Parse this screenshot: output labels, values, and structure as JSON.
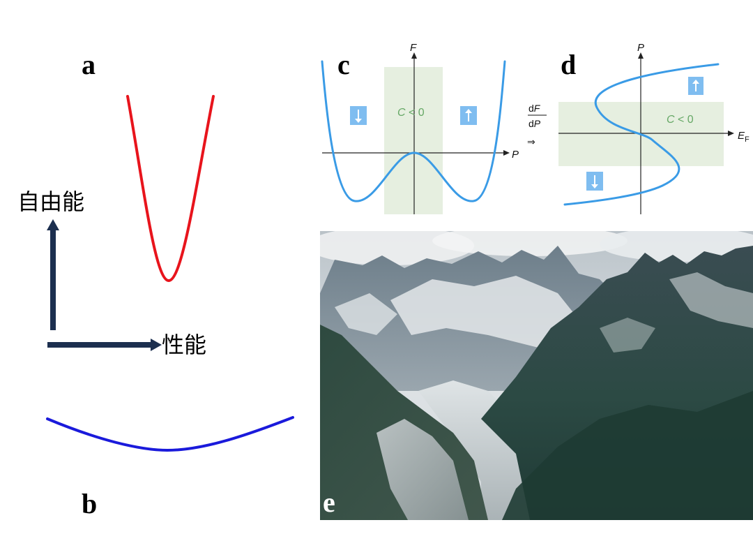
{
  "panels": {
    "a": {
      "label": "a"
    },
    "b": {
      "label": "b"
    },
    "c": {
      "label": "c",
      "y_axis": "F",
      "x_axis": "P",
      "region_var": "C",
      "region_rel": " < 0"
    },
    "d": {
      "label": "d",
      "y_axis": "P",
      "x_axis": "E",
      "x_axis_sub": "F",
      "region_var": "C",
      "region_rel": " < 0"
    },
    "e": {
      "label": "e"
    }
  },
  "derivative": {
    "num_d": "d",
    "num_var": "F",
    "den_d": "d",
    "den_var": "P",
    "arrow": "⇒"
  },
  "axes_cn": {
    "y_label": "自由能",
    "x_label": "性能"
  },
  "colors": {
    "red_curve": "#e8141c",
    "blue_curve": "#1a1adb",
    "light_blue": "#3a9be6",
    "green_region": "#e6efe0",
    "arrow_box": "#7fbdf0",
    "arrow_dark": "#1c2f4f"
  },
  "icons": [
    "down-arrow-icon",
    "up-arrow-icon"
  ]
}
